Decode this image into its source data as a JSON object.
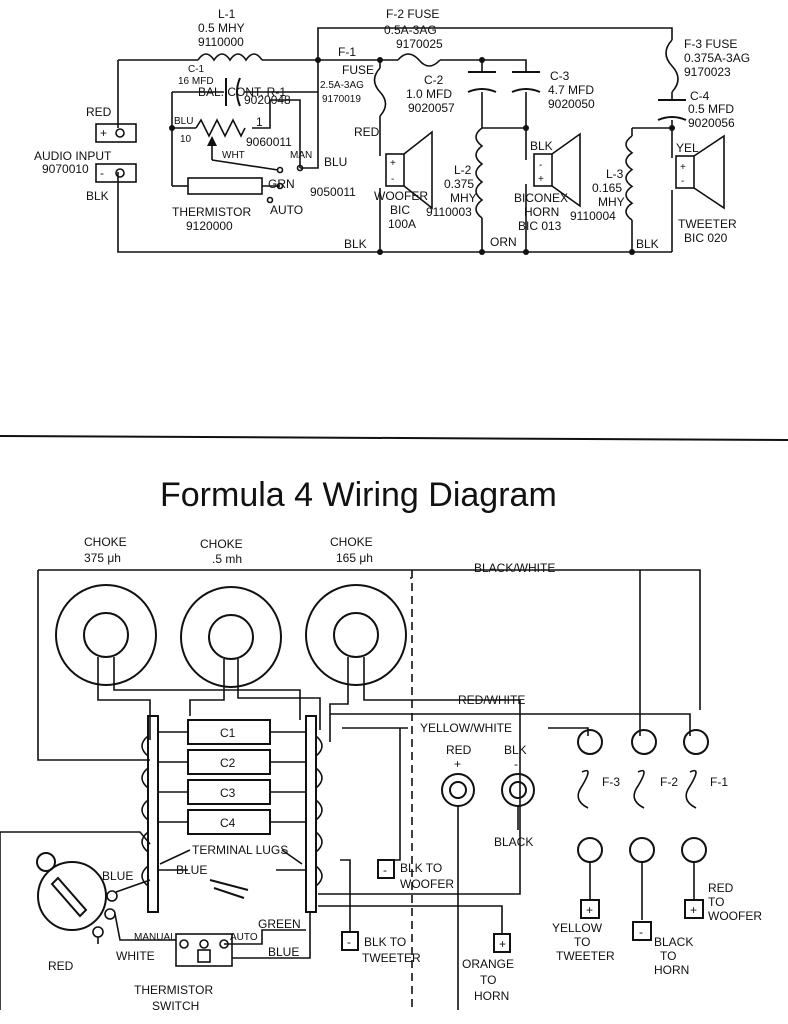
{
  "schematic": {
    "l1": {
      "name": "L-1",
      "value": "0.5 MHY",
      "part": "9110000"
    },
    "f2": {
      "name": "F-2 FUSE",
      "value": "0.5A-3AG",
      "part": "9170025"
    },
    "f3": {
      "name": "F-3 FUSE",
      "value": "0.375A-3AG",
      "part": "9170023"
    },
    "f1": {
      "name": "F-1",
      "name2": "FUSE",
      "value": "2.5A-3AG",
      "part": "9170019"
    },
    "c1": {
      "name": "C-1",
      "value": "16 MFD",
      "part": "9020048"
    },
    "c2": {
      "name": "C-2",
      "value": "1.0 MFD",
      "part": "9020057"
    },
    "c3": {
      "name": "C-3",
      "value": "4.7 MFD",
      "part": "9020050"
    },
    "c4": {
      "name": "C-4",
      "value": "0.5 MFD",
      "part": "9020056"
    },
    "r1": {
      "name": "BAL. CONT. R-1",
      "part": "9060011",
      "value": "10",
      "wire": "BLU",
      "wht": "WHT",
      "man": "MAN",
      "blu": "BLU"
    },
    "thermistor": {
      "name": "THERMISTOR",
      "part": "9120000",
      "grn": "GRN",
      "auto": "AUTO",
      "part2": "9050011"
    },
    "input": {
      "red": "RED",
      "label": "AUDIO INPUT",
      "part": "9070010",
      "blk": "BLK",
      "plus": "+",
      "minus": "-"
    },
    "woofer": {
      "wire": "RED",
      "name": "WOOFER",
      "bic": "BIC",
      "model": "100A",
      "blk": "BLK"
    },
    "l2": {
      "name": "L-2",
      "value": "0.375",
      "unit": "MHY",
      "part": "9110003"
    },
    "horn": {
      "wire": "BLK",
      "name": "BICONEX",
      "name2": "HORN",
      "model": "BIC 013",
      "orn": "ORN"
    },
    "l3": {
      "name": "L-3",
      "value": "0.165",
      "unit": "MHY",
      "part": "9110004"
    },
    "tweeter": {
      "wire": "YEL",
      "name": "TWEETER",
      "model": "BIC 020",
      "blk": "BLK"
    },
    "one": "1"
  },
  "wiring": {
    "title": "Formula 4 Wiring Diagram",
    "chokes": [
      {
        "label": "CHOKE",
        "value": "375 μh"
      },
      {
        "label": "CHOKE",
        "value": ".5 mh"
      },
      {
        "label": "CHOKE",
        "value": "165 μh"
      }
    ],
    "wires": {
      "black_white": "BLACK/WHITE",
      "red_white": "RED/WHITE",
      "yellow_white": "YELLOW/WHITE"
    },
    "caps": [
      "C1",
      "C2",
      "C3",
      "C4"
    ],
    "input_red": {
      "label": "RED",
      "sign": "+"
    },
    "input_blk": {
      "label": "BLK",
      "sign": "-"
    },
    "black": "BLACK",
    "fuses": [
      "F-3",
      "F-2",
      "F-1"
    ],
    "terminal_lugs": "TERMINAL LUGS",
    "blue": "BLUE",
    "green": "GREEN",
    "blue2": "BLUE",
    "red": "RED",
    "white": "WHITE",
    "manual": "MANUAL",
    "auto": "AUTO",
    "thermistor_switch": [
      "THERMISTOR",
      "SWITCH"
    ],
    "blk_to_woofer": [
      "BLK TO",
      "WOOFER"
    ],
    "blk_to_tweeter": [
      "BLK TO",
      "TWEETER"
    ],
    "orange_to_horn": [
      "ORANGE",
      "TO",
      "HORN"
    ],
    "yellow_to_tweeter": [
      "YELLOW",
      "TO",
      "TWEETER"
    ],
    "black_to_horn": [
      "BLACK",
      "TO",
      "HORN"
    ],
    "red_to_woofer": [
      "RED",
      "TO",
      "WOOFER"
    ],
    "plus": "+",
    "minus": "-"
  }
}
